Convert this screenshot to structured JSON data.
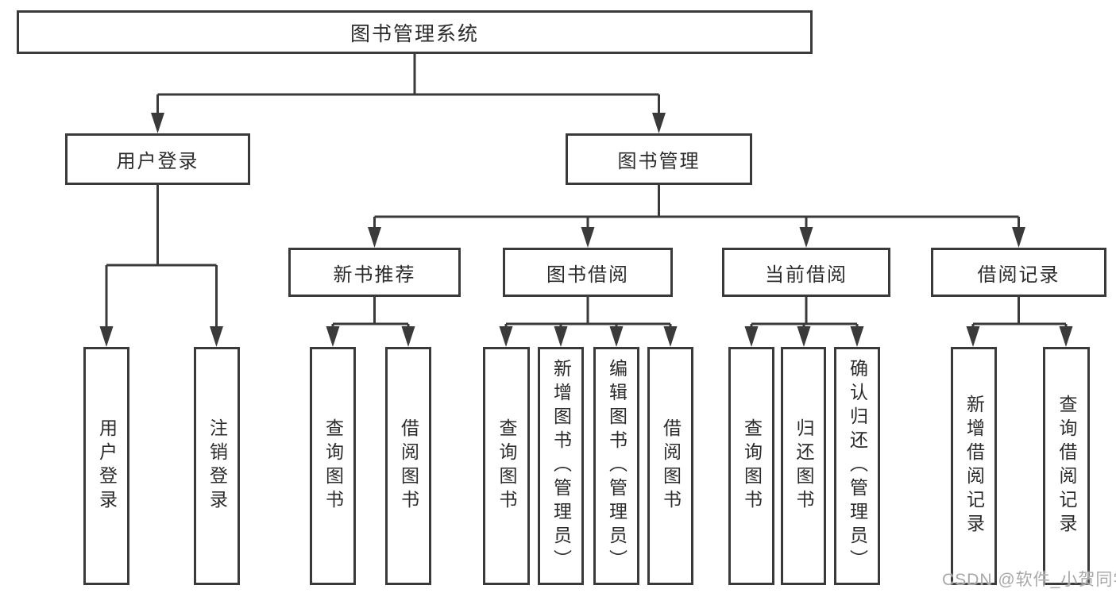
{
  "diagram": {
    "tree": {
      "label": "图书管理系统",
      "children": [
        {
          "label": "用户登录",
          "children": [
            {
              "label": "用户登录"
            },
            {
              "label": "注销登录"
            }
          ]
        },
        {
          "label": "图书管理",
          "children": [
            {
              "label": "新书推荐",
              "children": [
                {
                  "label": "查询图书"
                },
                {
                  "label": "借阅图书"
                }
              ]
            },
            {
              "label": "图书借阅",
              "children": [
                {
                  "label": "查询图书"
                },
                {
                  "label": "新增图书（管理员）"
                },
                {
                  "label": "编辑图书（管理员）"
                },
                {
                  "label": "借阅图书"
                }
              ]
            },
            {
              "label": "当前借阅",
              "children": [
                {
                  "label": "查询图书"
                },
                {
                  "label": "归还图书"
                },
                {
                  "label": "确认归还（管理员）"
                }
              ]
            },
            {
              "label": "借阅记录",
              "children": [
                {
                  "label": "新增借阅记录"
                },
                {
                  "label": "查询借阅记录"
                }
              ]
            }
          ]
        }
      ]
    },
    "colors": {
      "line": "#3a3a3a",
      "box_border": "#3a3a3a",
      "box_fill": "#ffffff",
      "text": "#2b2b2b",
      "background": "#ffffff",
      "watermark": "#a8a8a8"
    }
  },
  "watermark": {
    "text": "CSDN @软件_小贺同学"
  }
}
